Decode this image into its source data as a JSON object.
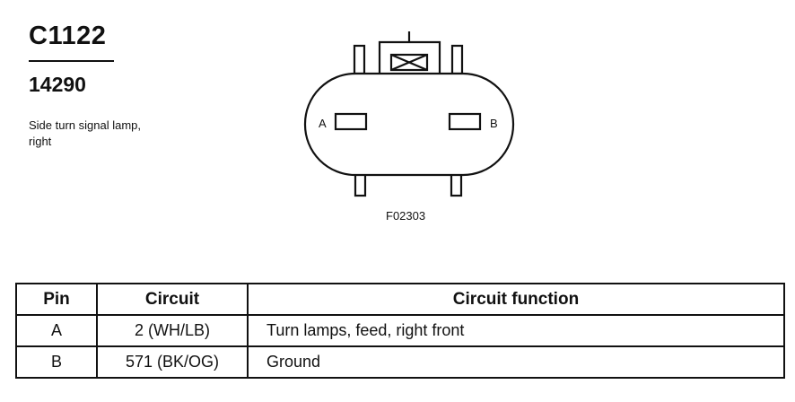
{
  "connector": {
    "id": "C1122",
    "part_number": "14290",
    "description": "Side turn signal lamp, right"
  },
  "diagram": {
    "figure_id": "F02303",
    "pin_labels": [
      "A",
      "B"
    ]
  },
  "table": {
    "headers": [
      "Pin",
      "Circuit",
      "Circuit function"
    ],
    "rows": [
      [
        "A",
        "2 (WH/LB)",
        "Turn lamps, feed, right front"
      ],
      [
        "B",
        "571 (BK/OG)",
        "Ground"
      ]
    ]
  }
}
